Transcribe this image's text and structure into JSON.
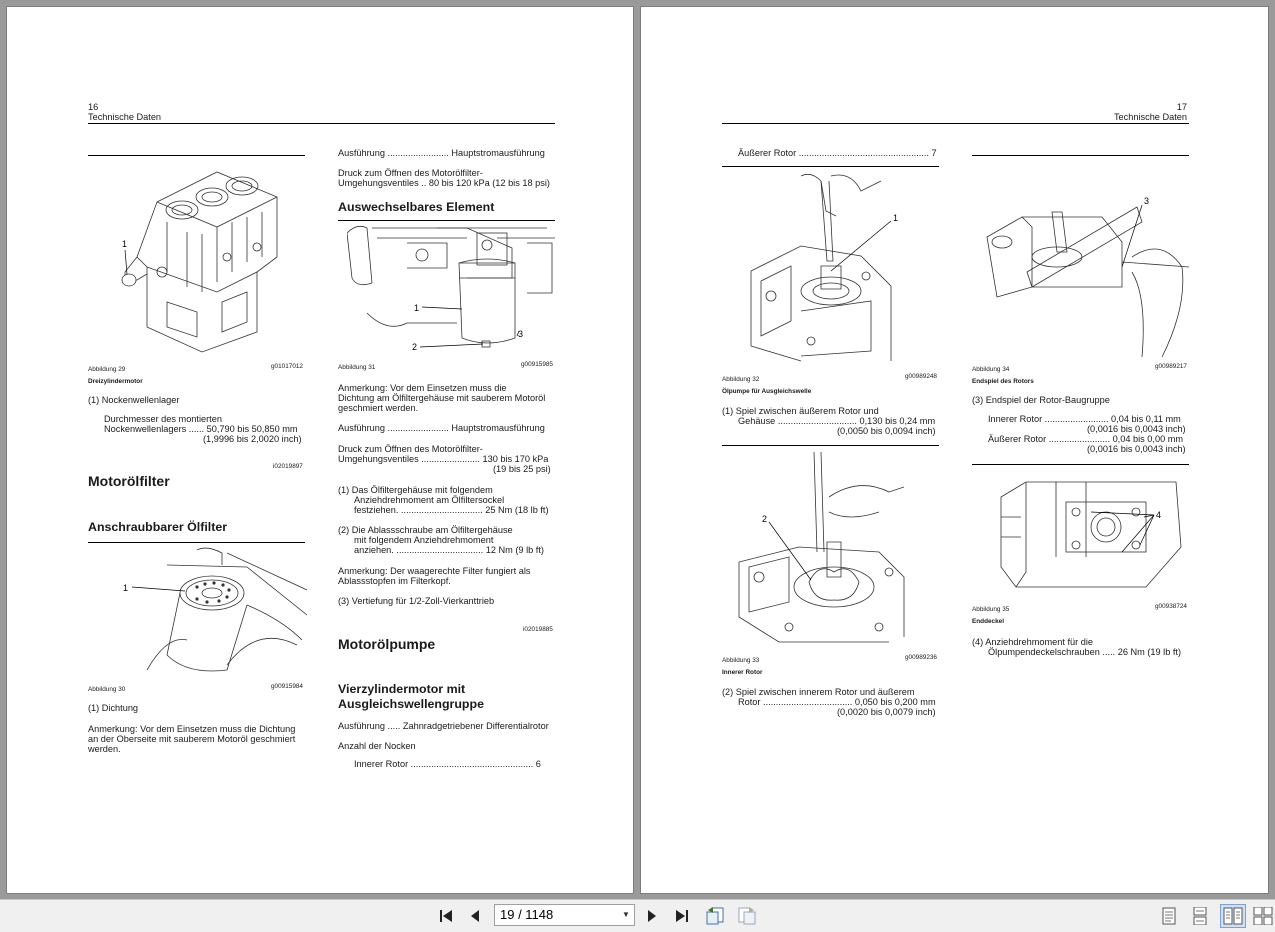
{
  "left_page": {
    "page_number": "16",
    "header_title": "Technische Daten",
    "fig29": {
      "label": "Abbildung 29",
      "code": "g01017012",
      "caption": "Dreizylindermotor",
      "callout": "1"
    },
    "fig29_items": {
      "item1": "(1) Nockenwellenlager",
      "item1_desc_l1": "Durchmesser des montierten",
      "item1_desc_l2": "Nockenwellenlagers ...... 50,790 bis 50,850 mm",
      "item1_desc_l3": "(1,9996 bis 2,0020 inch)"
    },
    "ref_code_1": "i02019897",
    "heading_oilfilter": "Motorölfilter",
    "heading_screwon": "Anschraubbarer Ölfilter",
    "fig30": {
      "label": "Abbildung 30",
      "code": "g00915984",
      "callout": "1"
    },
    "fig30_item": "(1) Dichtung",
    "fig30_note_l1": "Anmerkung: Vor dem Einsetzen muss die Dichtung",
    "fig30_note_l2": "an der Oberseite mit sauberem Motoröl geschmiert",
    "fig30_note_l3": "werden.",
    "col2_l1": "Ausführung ........................ Hauptstromausführung",
    "col2_l2": "Druck zum Öffnen des Motorölfilter-",
    "col2_l3": "Umgehungsventiles .. 80 bis 120 kPa (12 bis 18 psi)",
    "heading_replaceable": "Auswechselbares Element",
    "fig31": {
      "label": "Abbildung 31",
      "code": "g00915985",
      "callout1": "1",
      "callout2": "2",
      "callout3": "3"
    },
    "fig31_note_l1": "Anmerkung: Vor dem Einsetzen muss die",
    "fig31_note_l2": "Dichtung am Ölfiltergehäuse mit sauberem Motoröl",
    "fig31_note_l3": "geschmiert werden.",
    "col2_l4": "Ausführung ........................ Hauptstromausführung",
    "col2_l5": "Druck zum Öffnen des Motorölfilter-",
    "col2_l6": "Umgehungsventiles ....................... 130 bis 170 kPa",
    "col2_l7": "(19 bis 25 psi)",
    "step1_l1": "(1) Das Ölfiltergehäuse mit folgendem",
    "step1_l2": "Anziehdrehmoment am Ölfiltersockel",
    "step1_l3": "festziehen. ................................ 25 Nm (18 lb ft)",
    "step2_l1": "(2) Die Ablassschraube am Ölfiltergehäuse",
    "step2_l2": "mit folgendem Anziehdrehmoment",
    "step2_l3": "anziehen. .................................. 12 Nm (9 lb ft)",
    "note_horiz_l1": "Anmerkung: Der waagerechte Filter fungiert als",
    "note_horiz_l2": "Ablassstopfen im Filterkopf.",
    "step3": "(3) Vertiefung für 1/2-Zoll-Vierkanttrieb",
    "ref_code_2": "i02019885",
    "heading_pump": "Motorölpumpe",
    "heading_four_l1": "Vierzylindermotor mit",
    "heading_four_l2": "Ausgleichswellengruppe",
    "col2_l8": "Ausführung ..... Zahnradgetriebener Differentialrotor",
    "col2_l9": "Anzahl der Nocken",
    "col2_l10": "Innerer Rotor ................................................ 6"
  },
  "right_page": {
    "page_number": "17",
    "header_title": "Technische Daten",
    "outer_rotor": "Äußerer Rotor ................................................... 7",
    "fig32": {
      "label": "Abbildung 32",
      "code": "g00989248",
      "caption": "Ölpumpe für Ausgleichswelle",
      "callout": "1"
    },
    "fig32_item_l1": "(1) Spiel zwischen äußerem Rotor und",
    "fig32_item_l2": "Gehäuse ............................... 0,130 bis 0,24 mm",
    "fig32_item_l3": "(0,0050 bis 0,0094 inch)",
    "fig33": {
      "label": "Abbildung 33",
      "code": "g00989236",
      "caption": "Innerer Rotor",
      "callout": "2"
    },
    "fig33_item_l1": "(2) Spiel zwischen innerem Rotor und äußerem",
    "fig33_item_l2": "Rotor ................................... 0,050 bis 0,200 mm",
    "fig33_item_l3": "(0,0020 bis 0,0079 inch)",
    "fig34": {
      "label": "Abbildung 34",
      "code": "g00989217",
      "caption": "Endspiel des Rotors",
      "callout": "3"
    },
    "fig34_item": "(3) Endspiel der Rotor-Baugruppe",
    "fig34_inner": "Innerer Rotor ......................... 0,04 bis 0,11 mm",
    "fig34_inner_inch": "(0,0016 bis 0,0043 inch)",
    "fig34_outer": "Äußerer Rotor ........................ 0,04 bis 0,00 mm",
    "fig34_outer_inch": "(0,0016 bis 0,0043 inch)",
    "fig35": {
      "label": "Abbildung 35",
      "code": "g00938724",
      "caption": "Enddeckel",
      "callout": "4"
    },
    "fig35_item_l1": "(4) Anziehdrehmoment für die",
    "fig35_item_l2": "Ölpumpendeckelschrauben ..... 26 Nm (19 lb ft)"
  },
  "toolbar": {
    "page_indicator": "19 / 1148",
    "icons": [
      "first-page-icon",
      "prev-page-icon",
      "next-page-icon",
      "last-page-icon",
      "back-view-icon",
      "forward-view-icon",
      "single-page-icon",
      "continuous-icon",
      "two-page-icon",
      "two-page-continuous-icon"
    ]
  }
}
